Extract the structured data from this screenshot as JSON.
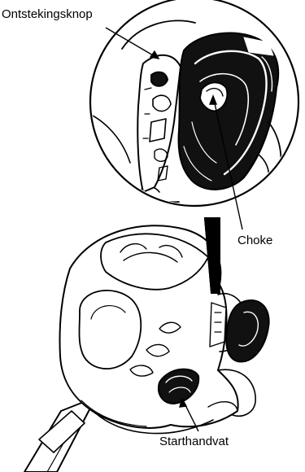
{
  "labels": {
    "ignition": "Ontstekingsknop",
    "choke": "Choke",
    "starter_handle": "Starthandvat"
  },
  "colors": {
    "ink": "#000000",
    "paper": "#ffffff"
  }
}
